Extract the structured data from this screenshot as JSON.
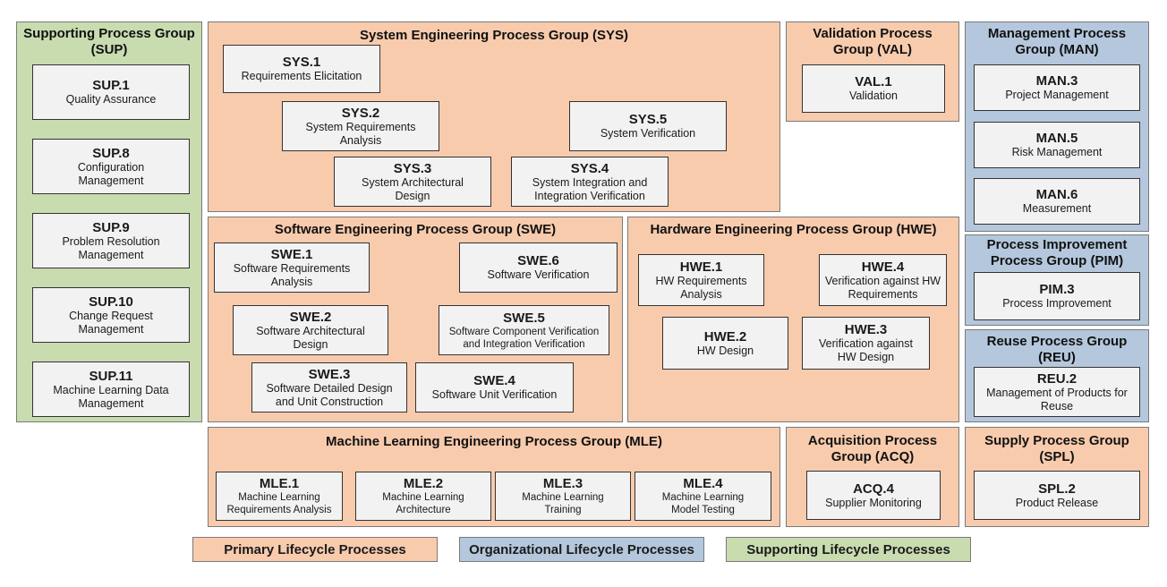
{
  "groups": {
    "sup": {
      "title": "Supporting Process Group (SUP)",
      "items": [
        {
          "id": "SUP.1",
          "name": "Quality Assurance"
        },
        {
          "id": "SUP.8",
          "name": "Configuration Management"
        },
        {
          "id": "SUP.9",
          "name": "Problem Resolution Management"
        },
        {
          "id": "SUP.10",
          "name": "Change Request Management"
        },
        {
          "id": "SUP.11",
          "name": "Machine Learning Data Management"
        }
      ]
    },
    "sys": {
      "title": "System Engineering Process Group (SYS)",
      "items": [
        {
          "id": "SYS.1",
          "name": "Requirements Elicitation"
        },
        {
          "id": "SYS.2",
          "name": "System Requirements Analysis"
        },
        {
          "id": "SYS.3",
          "name": "System Architectural Design"
        },
        {
          "id": "SYS.4",
          "name": "System Integration and Integration Verification"
        },
        {
          "id": "SYS.5",
          "name": "System Verification"
        }
      ]
    },
    "val": {
      "title": "Validation Process Group (VAL)",
      "items": [
        {
          "id": "VAL.1",
          "name": "Validation"
        }
      ]
    },
    "man": {
      "title": "Management Process Group (MAN)",
      "items": [
        {
          "id": "MAN.3",
          "name": "Project Management"
        },
        {
          "id": "MAN.5",
          "name": "Risk Management"
        },
        {
          "id": "MAN.6",
          "name": "Measurement"
        }
      ]
    },
    "swe": {
      "title": "Software Engineering Process Group (SWE)",
      "items": [
        {
          "id": "SWE.1",
          "name": "Software Requirements Analysis"
        },
        {
          "id": "SWE.2",
          "name": "Software Architectural Design"
        },
        {
          "id": "SWE.3",
          "name": "Software Detailed Design and Unit Construction"
        },
        {
          "id": "SWE.4",
          "name": "Software Unit Verification"
        },
        {
          "id": "SWE.5",
          "name": "Software Component Verification and Integration Verification"
        },
        {
          "id": "SWE.6",
          "name": "Software Verification"
        }
      ]
    },
    "hwe": {
      "title": "Hardware Engineering Process Group (HWE)",
      "items": [
        {
          "id": "HWE.1",
          "name": "HW Requirements Analysis"
        },
        {
          "id": "HWE.2",
          "name": "HW Design"
        },
        {
          "id": "HWE.3",
          "name": "Verification against HW Design"
        },
        {
          "id": "HWE.4",
          "name": "Verification against HW Requirements"
        }
      ]
    },
    "pim": {
      "title": "Process Improvement Process Group (PIM)",
      "items": [
        {
          "id": "PIM.3",
          "name": "Process Improvement"
        }
      ]
    },
    "reu": {
      "title": "Reuse Process Group (REU)",
      "items": [
        {
          "id": "REU.2",
          "name": "Management of Products for Reuse"
        }
      ]
    },
    "mle": {
      "title": "Machine Learning Engineering Process Group (MLE)",
      "items": [
        {
          "id": "MLE.1",
          "name": "Machine Learning Requirements Analysis"
        },
        {
          "id": "MLE.2",
          "name": "Machine Learning Architecture"
        },
        {
          "id": "MLE.3",
          "name": "Machine Learning Training"
        },
        {
          "id": "MLE.4",
          "name": "Machine Learning Model Testing"
        }
      ]
    },
    "acq": {
      "title": "Acquisition Process Group (ACQ)",
      "items": [
        {
          "id": "ACQ.4",
          "name": "Supplier Monitoring"
        }
      ]
    },
    "spl": {
      "title": "Supply Process Group (SPL)",
      "items": [
        {
          "id": "SPL.2",
          "name": "Product Release"
        }
      ]
    }
  },
  "legend": {
    "primary": "Primary Lifecycle Processes",
    "organizational": "Organizational Lifecycle Processes",
    "supporting": "Supporting Lifecycle Processes"
  },
  "colors": {
    "primary": "#f8cbad",
    "organizational": "#b4c7dc",
    "supporting": "#c8dcb0",
    "box": "#f2f2f2"
  }
}
